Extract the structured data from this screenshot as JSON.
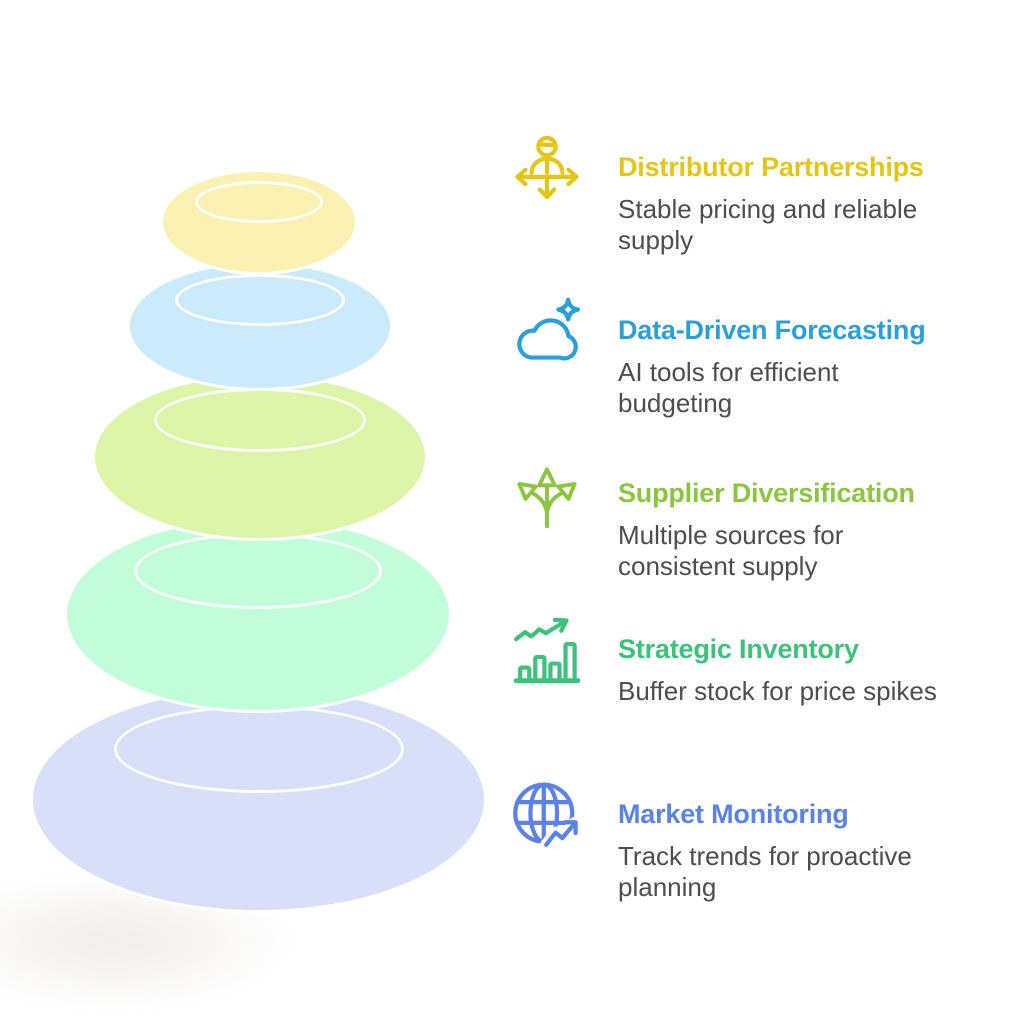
{
  "page": {
    "background_color": "#ffffff",
    "text_color": "#4d4d4d"
  },
  "pyramid": {
    "outline_color": "#ffffff",
    "stones": [
      {
        "level": 1,
        "fill": "#FAF1B2"
      },
      {
        "level": 2,
        "fill": "#CBEAFB"
      },
      {
        "level": 3,
        "fill": "#DDF5A9"
      },
      {
        "level": 4,
        "fill": "#C2FEDA"
      },
      {
        "level": 5,
        "fill": "#D7DFF9"
      }
    ]
  },
  "legend": {
    "items": [
      {
        "icon": "person-distribution-icon",
        "color": "#E4C619",
        "title": "Distributor Partnerships",
        "description": [
          "Stable pricing and reliable",
          "supply"
        ]
      },
      {
        "icon": "cloud-sparkle-icon",
        "color": "#2AA0DA",
        "title": "Data-Driven Forecasting",
        "description": [
          "AI tools for efficient",
          "budgeting"
        ]
      },
      {
        "icon": "branching-arrows-icon",
        "color": "#8CC63F",
        "title": "Supplier Diversification",
        "description": [
          "Multiple sources for",
          "consistent supply"
        ]
      },
      {
        "icon": "bar-chart-growth-icon",
        "color": "#3DC27D",
        "title": "Strategic Inventory",
        "description": [
          "Buffer stock for price spikes"
        ]
      },
      {
        "icon": "globe-trend-icon",
        "color": "#5A82E9",
        "title": "Market Monitoring",
        "description": [
          "Track trends for proactive",
          "planning"
        ]
      }
    ]
  }
}
